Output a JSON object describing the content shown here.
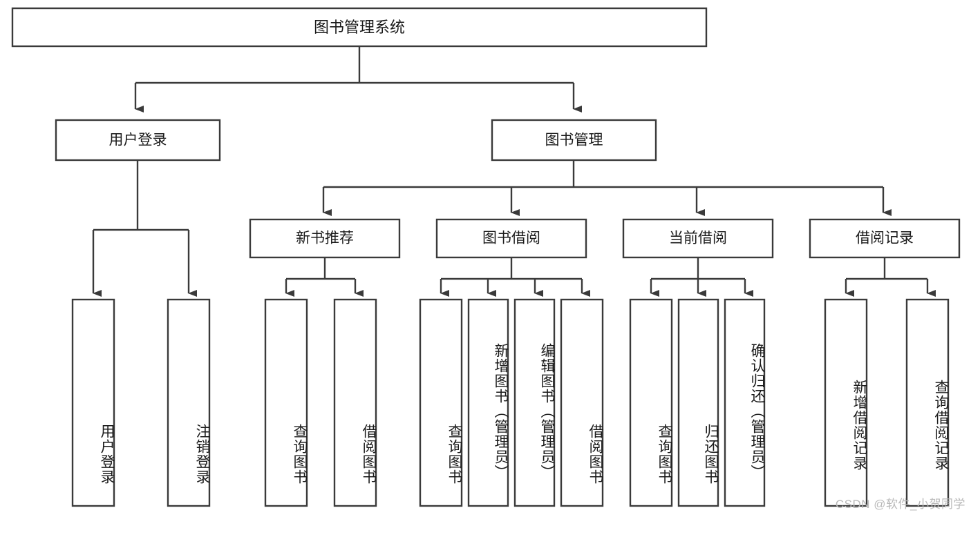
{
  "diagram": {
    "type": "tree",
    "title": "图书管理系统",
    "orientation": "top-down",
    "colors": {
      "box_stroke": "#3a3a3a",
      "box_fill": "#ffffff",
      "connector": "#3a3a3a",
      "text": "#1a1a1a",
      "background": "#ffffff",
      "watermark": "#b9b9b9"
    },
    "root": {
      "label": "图书管理系统"
    },
    "level2": [
      {
        "label": "用户登录"
      },
      {
        "label": "图书管理"
      }
    ],
    "level3": [
      {
        "label": "新书推荐"
      },
      {
        "label": "图书借阅"
      },
      {
        "label": "当前借阅"
      },
      {
        "label": "借阅记录"
      }
    ],
    "leaves": {
      "user_login": [
        {
          "label": "用户登录"
        },
        {
          "label": "注销登录"
        }
      ],
      "new_book_recommend": [
        {
          "label": "查询图书"
        },
        {
          "label": "借阅图书"
        }
      ],
      "book_borrow": [
        {
          "label": "查询图书"
        },
        {
          "label": "新增图书（管理员）"
        },
        {
          "label": "编辑图书（管理员）"
        },
        {
          "label": "借阅图书"
        }
      ],
      "current_borrow": [
        {
          "label": "查询图书"
        },
        {
          "label": "归还图书"
        },
        {
          "label": "确认归还（管理员）"
        }
      ],
      "borrow_record": [
        {
          "label": "新增借阅记录"
        },
        {
          "label": "查询借阅记录"
        }
      ]
    }
  },
  "watermark": {
    "text": "CSDN @软件_小贺同学"
  }
}
